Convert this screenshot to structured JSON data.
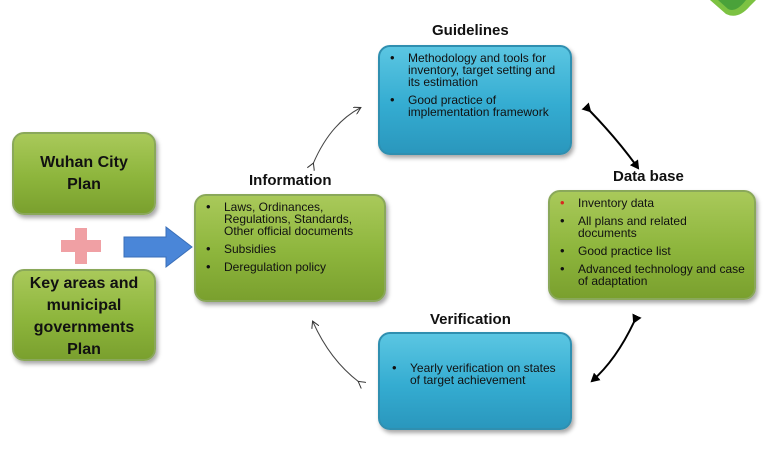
{
  "plans": {
    "wuhan": "Wuhan City Plan",
    "key_areas": "Key areas and municipal governments Plan"
  },
  "guidelines": {
    "title": "Guidelines",
    "items": [
      "Methodology and tools for inventory, target setting and its estimation",
      "Good practice of implementation framework"
    ]
  },
  "information": {
    "title": "Information",
    "items": [
      "Laws, Ordinances, Regulations, Standards, Other official documents",
      "Subsidies",
      "Deregulation policy"
    ]
  },
  "database": {
    "title": "Data base",
    "items": [
      "Inventory data",
      "All plans and related documents",
      "Good practice list",
      "Advanced technology and case of adaptation"
    ]
  },
  "verification": {
    "title": "Verification",
    "items": [
      "Yearly verification on states of target achievement"
    ]
  },
  "colors": {
    "green_box": "#8db53c",
    "blue_box": "#34acd1",
    "plus": "#f0a0a4",
    "arrow": "#4a86d8",
    "bullet_accent": "#d8281f"
  }
}
